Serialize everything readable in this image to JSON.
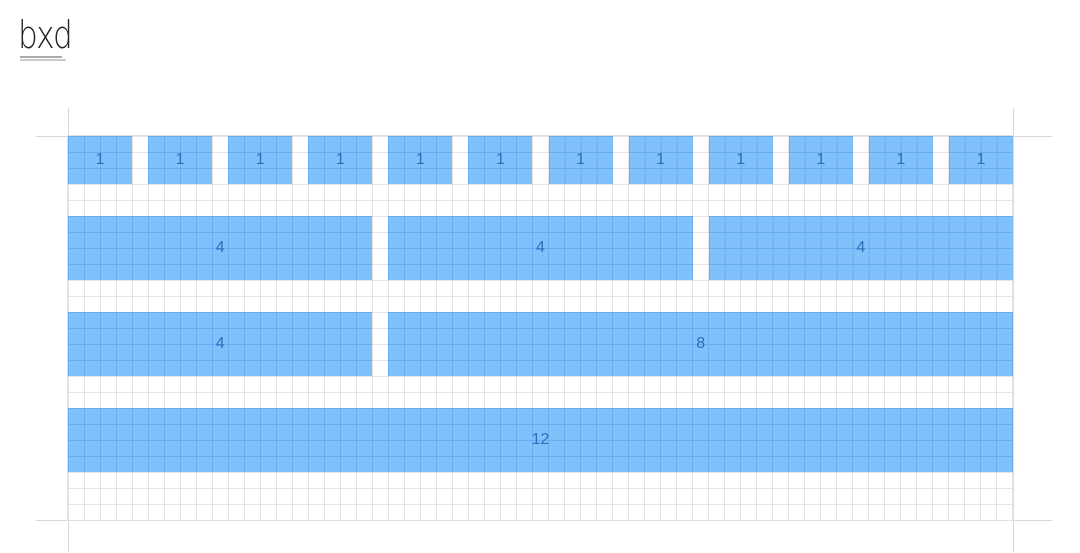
{
  "logo": {
    "mark": "bxd"
  },
  "rows": [
    {
      "name": "row-span-1",
      "columns": [
        {
          "span": 1,
          "label": "1"
        },
        {
          "span": 1,
          "label": "1"
        },
        {
          "span": 1,
          "label": "1"
        },
        {
          "span": 1,
          "label": "1"
        },
        {
          "span": 1,
          "label": "1"
        },
        {
          "span": 1,
          "label": "1"
        },
        {
          "span": 1,
          "label": "1"
        },
        {
          "span": 1,
          "label": "1"
        },
        {
          "span": 1,
          "label": "1"
        },
        {
          "span": 1,
          "label": "1"
        },
        {
          "span": 1,
          "label": "1"
        },
        {
          "span": 1,
          "label": "1"
        }
      ]
    },
    {
      "name": "row-span-4",
      "columns": [
        {
          "span": 4,
          "label": "4"
        },
        {
          "span": 4,
          "label": "4"
        },
        {
          "span": 4,
          "label": "4"
        }
      ]
    },
    {
      "name": "row-span-4-8",
      "columns": [
        {
          "span": 4,
          "label": "4"
        },
        {
          "span": 8,
          "label": "8"
        }
      ]
    },
    {
      "name": "row-span-12",
      "columns": [
        {
          "span": 12,
          "label": "12"
        }
      ]
    }
  ],
  "grid": {
    "total_columns": 12
  },
  "colors": {
    "block_fill": "#5cafFA",
    "block_text": "#2b6fb8",
    "grid_line": "#e3e3e3",
    "guide_line": "#d7d7d7"
  }
}
